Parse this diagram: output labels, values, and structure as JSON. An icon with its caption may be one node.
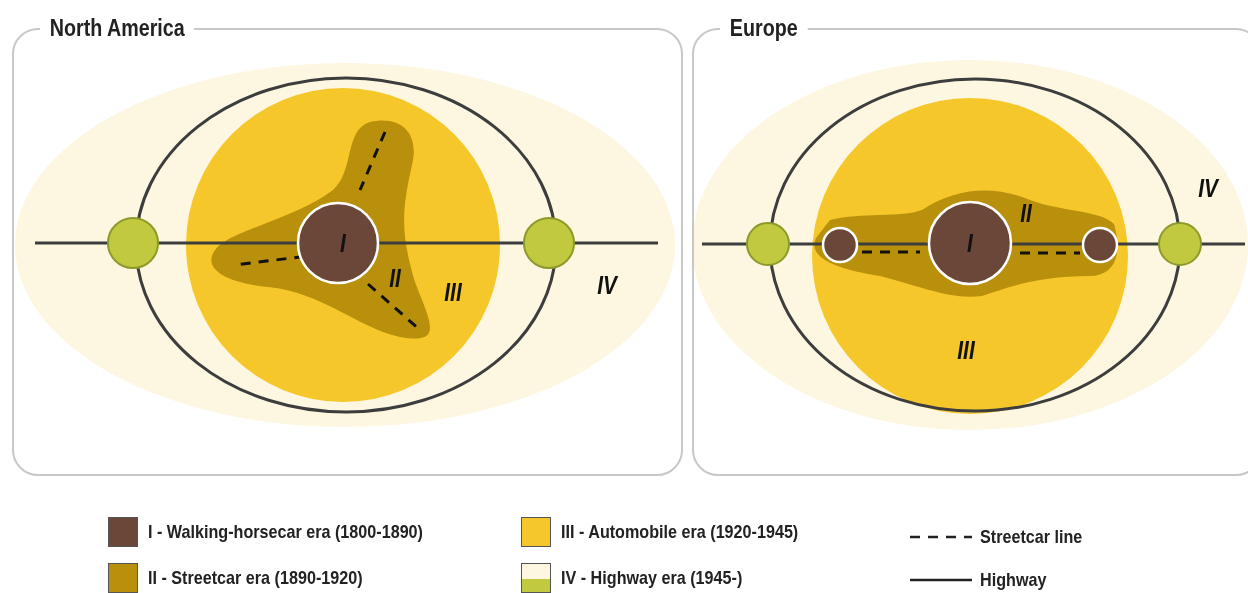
{
  "diagram": {
    "nodes": [
      {
        "text": [
          "North America"
        ]
      },
      {
        "text": [
          "Europe"
        ]
      }
    ],
    "edges": [],
    "labels": [
      "I",
      "II",
      "III",
      "IV",
      "IV",
      "II",
      "I",
      "III"
    ],
    "legend": [
      {
        "text": "I - Walking-horsecar era (1800-1890)",
        "color": "#6b4739"
      },
      {
        "text": "II - Streetcar era (1890-1920)",
        "color": "#b8900c"
      },
      {
        "text": "III - Automobile era (1920-1945)",
        "color": "#f6c72b"
      },
      {
        "text": "IV - Highway era (1945-)",
        "color": "#fdf6e1"
      },
      {
        "text": "Streetcar line"
      },
      {
        "text": "Highway"
      }
    ]
  }
}
